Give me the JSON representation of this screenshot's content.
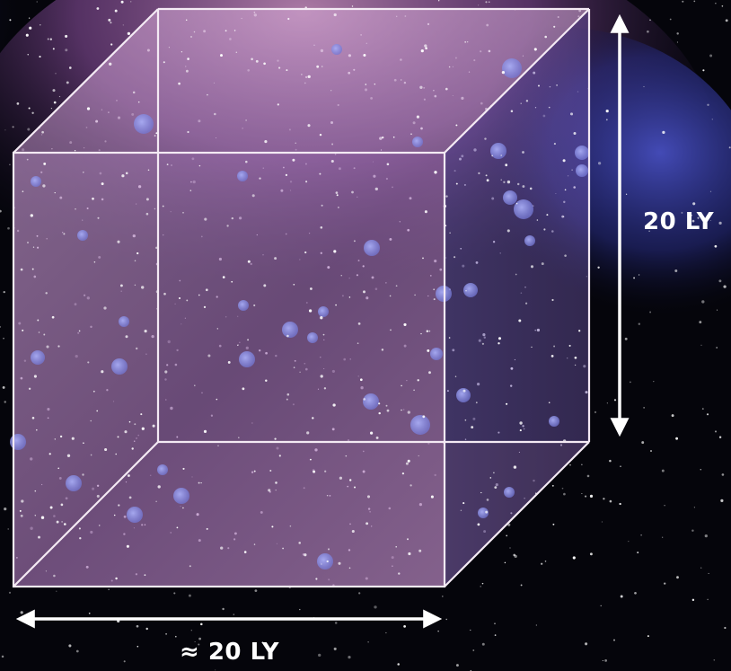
{
  "labels": {
    "height": "20 LY",
    "width": "≈ 20 LY"
  },
  "colors": {
    "space": "#05050b",
    "nebula_pink": "#b46ab0",
    "nebula_blue": "#3b3fa8",
    "cube_face": "#b47ac8",
    "cube_edge": "#f4eaf4",
    "orb": "#8a8ee0",
    "arrow": "#ffffff"
  },
  "icons": {
    "height_arrow": "double-headed-vertical-arrow",
    "width_arrow": "double-headed-horizontal-arrow"
  }
}
